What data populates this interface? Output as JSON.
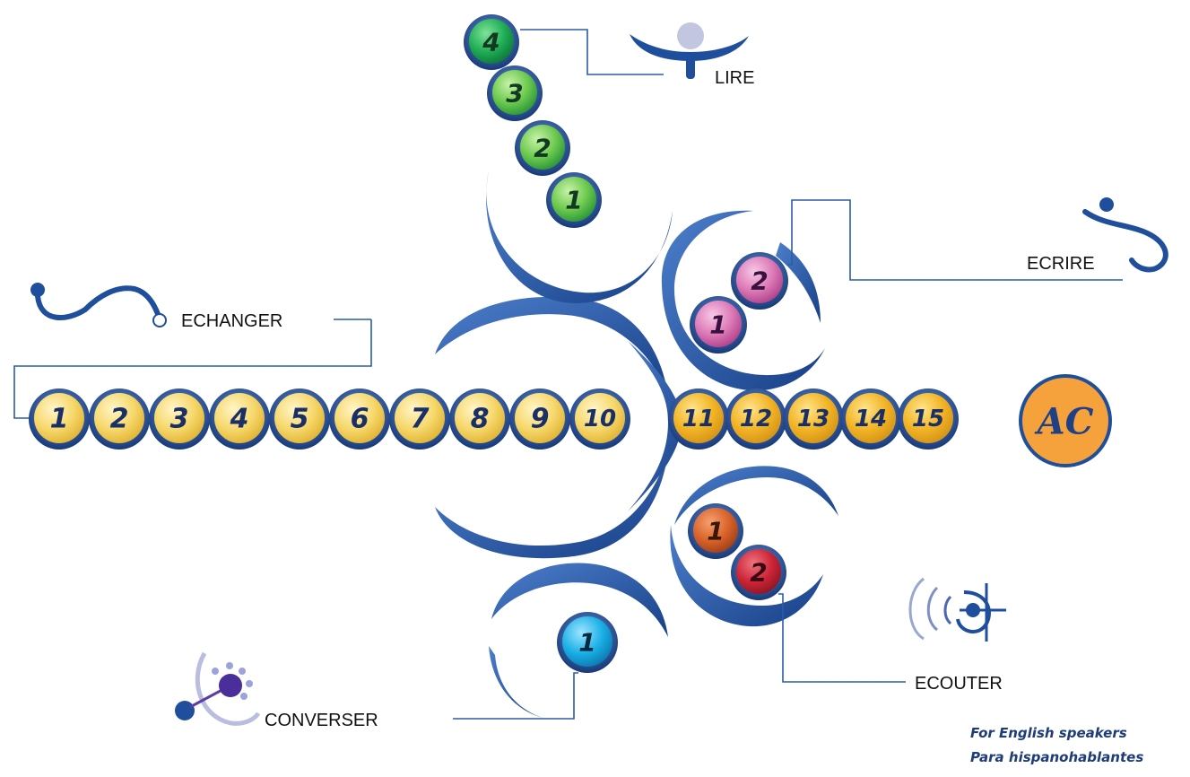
{
  "sections": {
    "lire": {
      "label": "LIRE",
      "levels": [
        "4",
        "3",
        "2",
        "1"
      ]
    },
    "ecrire": {
      "label": "ECRIRE",
      "levels": [
        "2",
        "1"
      ]
    },
    "echanger": {
      "label": "ECHANGER",
      "levels": [
        "1",
        "2",
        "3",
        "4",
        "5",
        "6",
        "7",
        "8",
        "9",
        "10",
        "11",
        "12",
        "13",
        "14",
        "15"
      ]
    },
    "ecouter": {
      "label": "ECOUTER",
      "levels": [
        "1",
        "2"
      ]
    },
    "converser": {
      "label": "CONVERSER",
      "levels": [
        "1"
      ]
    }
  },
  "ac_badge": "AC",
  "footer": {
    "english": "For English speakers",
    "spanish": "Para hispanohablantes"
  },
  "colors": {
    "ring_blue": "#1f4f9c",
    "lire_green": "#5cc64e",
    "ecrire_pink": "#d45fa7",
    "echanger_yellow": "#f2c53b",
    "ecouter_orange": "#e0682b",
    "ecouter_red": "#d12a3c",
    "converser_cyan": "#19a9e1",
    "ac_orange": "#f5a23c"
  }
}
